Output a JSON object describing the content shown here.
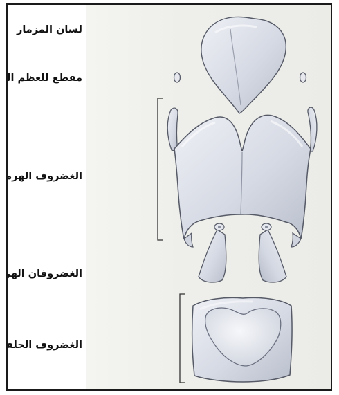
{
  "labels": {
    "epiglottis": "لسان المزمار",
    "hyoid_section": "مقطع للعظم اللامي",
    "thyroid": "الغضروف الهرمي",
    "arytenoids": "الغضروفان الهرميان",
    "cricoid": "الغضروف الحلقي"
  },
  "colors": {
    "cartilage_fill": "#d9dde6",
    "cartilage_highlight": "#f3f4f8",
    "cartilage_shadow": "#aeb4c3",
    "outline": "#555a66",
    "bracket": "#333333",
    "background_plate": "#eeeeea"
  }
}
